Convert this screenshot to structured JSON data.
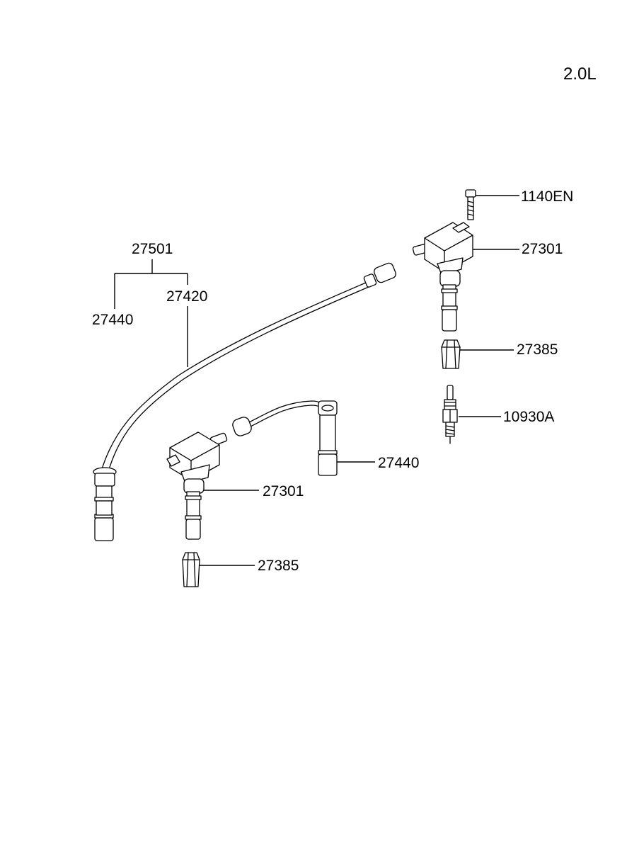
{
  "engine_label": "2.0L",
  "callouts": {
    "bolt": "1140EN",
    "coil_upper": "27301",
    "boot_upper": "27385",
    "spark_plug": "10930A",
    "cable_set": "27501",
    "cable_long": "27420",
    "cable_short_left": "27440",
    "cable_short_right": "27440",
    "coil_lower": "27301",
    "boot_lower": "27385"
  },
  "colors": {
    "line": "#000000",
    "background": "#ffffff"
  }
}
